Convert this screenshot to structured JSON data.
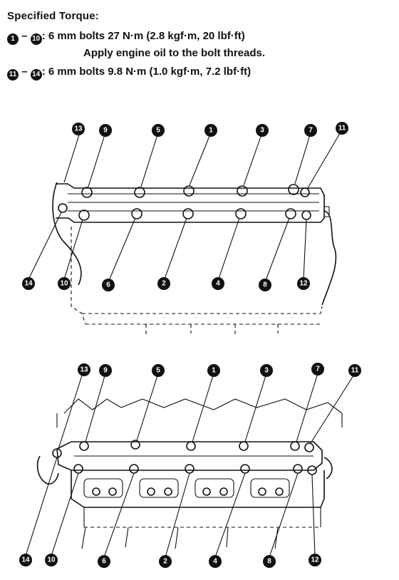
{
  "spec": {
    "heading": "Specified Torque:",
    "lines": [
      {
        "from": "1",
        "to": "10",
        "text": ": 6 mm bolts 27 N·m (2.8 kgf·m, 20 lbf·ft)"
      },
      {
        "from": "11",
        "to": "14",
        "text": ": 6 mm bolts 9.8 N·m (1.0 kgf·m, 7.2 lbf·ft)"
      }
    ],
    "note": "Apply engine oil to the bolt threads.",
    "dash": "–"
  },
  "figure_top": {
    "callouts_upper": [
      "13",
      "9",
      "5",
      "1",
      "3",
      "7",
      "11"
    ],
    "callouts_lower": [
      "14",
      "10",
      "6",
      "2",
      "4",
      "8",
      "12"
    ]
  },
  "figure_bottom": {
    "callouts_upper": [
      "13",
      "9",
      "5",
      "1",
      "3",
      "7",
      "11"
    ],
    "callouts_lower": [
      "14",
      "10",
      "6",
      "2",
      "4",
      "8",
      "12"
    ]
  }
}
